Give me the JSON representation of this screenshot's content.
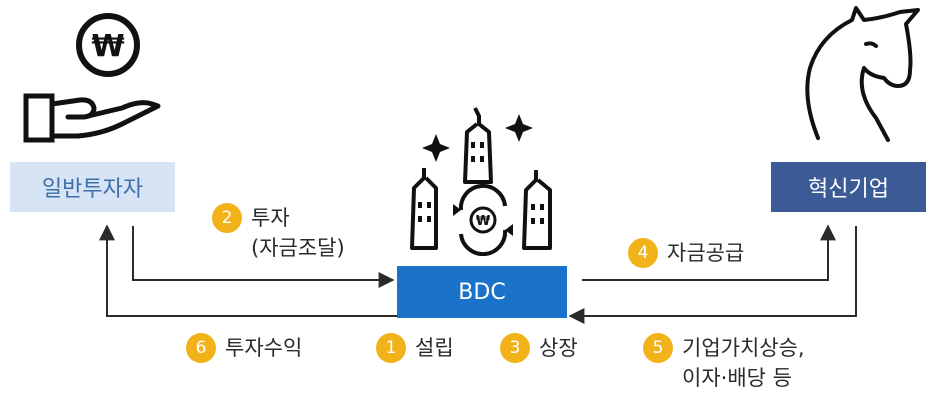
{
  "nodes": {
    "investor": "일반투자자",
    "company": "혁신기업",
    "bdc": "BDC"
  },
  "icons": {
    "won_symbol": "₩"
  },
  "steps": [
    {
      "num": "1",
      "line1": "설립"
    },
    {
      "num": "2",
      "line1": "투자",
      "line2": "(자금조달)"
    },
    {
      "num": "3",
      "line1": "상장"
    },
    {
      "num": "4",
      "line1": "자금공급"
    },
    {
      "num": "5",
      "line1": "기업가치상승,",
      "line2": "이자·배당 등"
    },
    {
      "num": "6",
      "line1": "투자수익"
    }
  ],
  "colors": {
    "badge": "#f2b21a",
    "investor_box": "#d6e4f5",
    "company_box": "#3b5a96",
    "bdc_box": "#1a73c8",
    "arrow": "#2b2b2b"
  }
}
